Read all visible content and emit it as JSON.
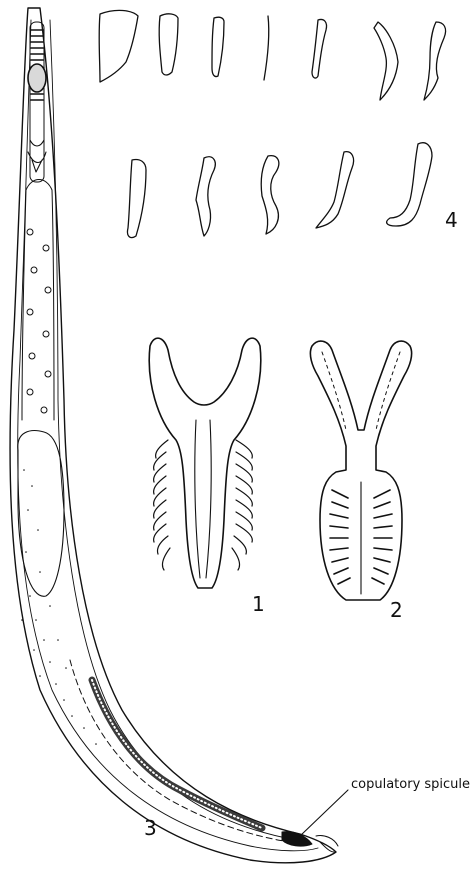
{
  "figure": {
    "labels": {
      "fig1": "1",
      "fig2": "2",
      "fig3": "3",
      "fig4": "4"
    },
    "callouts": {
      "spicule": "copulatory spicule"
    },
    "ink_color": "#111111",
    "background_color": "#ffffff"
  }
}
